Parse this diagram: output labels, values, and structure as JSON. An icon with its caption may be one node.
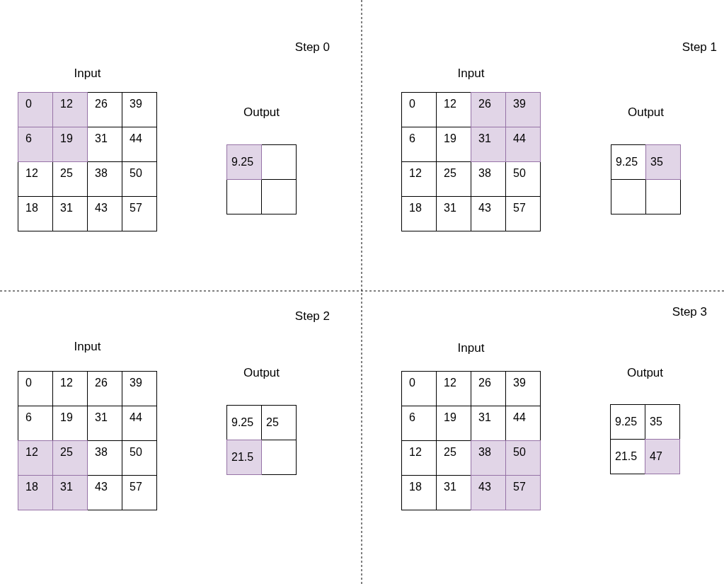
{
  "diagram": {
    "nodes": [
      {
        "text": [
          "Input"
        ]
      },
      {
        "text": [
          "0"
        ],
        "in": 0
      },
      {
        "text": [
          "12"
        ],
        "in": 0
      },
      {
        "text": [
          "26"
        ],
        "in": 0
      },
      {
        "text": [
          "39"
        ],
        "in": 0
      },
      {
        "text": [
          "6"
        ],
        "in": 0
      },
      {
        "text": [
          "19"
        ],
        "in": 0
      },
      {
        "text": [
          "31"
        ],
        "in": 0
      },
      {
        "text": [
          "44"
        ],
        "in": 0
      },
      {
        "text": [
          "12"
        ],
        "in": 0
      },
      {
        "text": [
          "25"
        ],
        "in": 0
      },
      {
        "text": [
          "38"
        ],
        "in": 0
      },
      {
        "text": [
          "50"
        ],
        "in": 0
      },
      {
        "text": [
          "18"
        ],
        "in": 0
      },
      {
        "text": [
          "31"
        ],
        "in": 0
      },
      {
        "text": [
          "43"
        ],
        "in": 0
      },
      {
        "text": [
          "57"
        ],
        "in": 0
      },
      {
        "text": [
          "Output"
        ]
      },
      {
        "text": [
          "9.25"
        ],
        "in": 17
      },
      {
        "text": [],
        "shape": "box",
        "in": 17
      },
      {
        "text": [],
        "shape": "box",
        "in": 17
      },
      {
        "text": [],
        "shape": "box",
        "in": 17
      },
      {
        "text": [
          "Input"
        ]
      },
      {
        "text": [
          "0"
        ],
        "in": 22
      },
      {
        "text": [
          "12"
        ],
        "in": 22
      },
      {
        "text": [
          "26"
        ],
        "in": 22
      },
      {
        "text": [
          "39"
        ],
        "in": 22
      },
      {
        "text": [
          "6"
        ],
        "in": 22
      },
      {
        "text": [
          "19"
        ],
        "in": 22
      },
      {
        "text": [
          "31"
        ],
        "in": 22
      },
      {
        "text": [
          "44"
        ],
        "in": 22
      },
      {
        "text": [
          "12"
        ],
        "in": 22
      },
      {
        "text": [
          "25"
        ],
        "in": 22
      },
      {
        "text": [
          "38"
        ],
        "in": 22
      },
      {
        "text": [
          "50"
        ],
        "in": 22
      },
      {
        "text": [
          "18"
        ],
        "in": 22
      },
      {
        "text": [
          "31"
        ],
        "in": 22
      },
      {
        "text": [
          "43"
        ],
        "in": 22
      },
      {
        "text": [
          "57"
        ],
        "in": 22
      },
      {
        "text": [
          "Output"
        ]
      },
      {
        "text": [
          "9.25"
        ],
        "in": 39
      },
      {
        "text": [
          "35"
        ],
        "in": 39
      },
      {
        "text": [],
        "shape": "box",
        "in": 39
      },
      {
        "text": [],
        "shape": "box",
        "in": 39
      },
      {
        "text": [
          "Input"
        ]
      },
      {
        "text": [
          "0"
        ],
        "in": 44
      },
      {
        "text": [
          "12"
        ],
        "in": 44
      },
      {
        "text": [
          "26"
        ],
        "in": 44
      },
      {
        "text": [
          "39"
        ],
        "in": 44
      },
      {
        "text": [
          "6"
        ],
        "in": 44
      },
      {
        "text": [
          "19"
        ],
        "in": 44
      },
      {
        "text": [
          "31"
        ],
        "in": 44
      },
      {
        "text": [
          "44"
        ],
        "in": 44
      },
      {
        "text": [
          "12"
        ],
        "in": 44
      },
      {
        "text": [
          "25"
        ],
        "in": 44
      },
      {
        "text": [
          "38"
        ],
        "in": 44
      },
      {
        "text": [
          "50"
        ],
        "in": 44
      },
      {
        "text": [
          "18"
        ],
        "in": 44
      },
      {
        "text": [
          "31"
        ],
        "in": 44
      },
      {
        "text": [
          "43"
        ],
        "in": 44
      },
      {
        "text": [
          "57"
        ],
        "in": 44
      },
      {
        "text": [
          "Output"
        ]
      },
      {
        "text": [
          "9.25"
        ],
        "in": 61
      },
      {
        "text": [
          "25"
        ],
        "in": 61
      },
      {
        "text": [
          "21.5"
        ],
        "in": 61
      },
      {
        "text": [],
        "shape": "box",
        "in": 61
      },
      {
        "text": [
          "Input"
        ]
      },
      {
        "text": [
          "0"
        ],
        "in": 66
      },
      {
        "text": [
          "12"
        ],
        "in": 66
      },
      {
        "text": [
          "26"
        ],
        "in": 66
      },
      {
        "text": [
          "39"
        ],
        "in": 66
      },
      {
        "text": [
          "6"
        ],
        "in": 66
      },
      {
        "text": [
          "19"
        ],
        "in": 66
      },
      {
        "text": [
          "31"
        ],
        "in": 66
      },
      {
        "text": [
          "44"
        ],
        "in": 66
      },
      {
        "text": [
          "12"
        ],
        "in": 66
      },
      {
        "text": [
          "25"
        ],
        "in": 66
      },
      {
        "text": [
          "38"
        ],
        "in": 66
      },
      {
        "text": [
          "50"
        ],
        "in": 66
      },
      {
        "text": [
          "18"
        ],
        "in": 66
      },
      {
        "text": [
          "31"
        ],
        "in": 66
      },
      {
        "text": [
          "43"
        ],
        "in": 66
      },
      {
        "text": [
          "57"
        ],
        "in": 66
      },
      {
        "text": [
          "Output"
        ]
      },
      {
        "text": [
          "9.25"
        ],
        "in": 83
      },
      {
        "text": [
          "35"
        ],
        "in": 83
      },
      {
        "text": [
          "21.5"
        ],
        "in": 83
      },
      {
        "text": [
          "47"
        ],
        "in": 83
      }
    ],
    "labels": [
      "Step 0",
      "Step 1",
      "Step 2",
      "Step 3"
    ]
  }
}
